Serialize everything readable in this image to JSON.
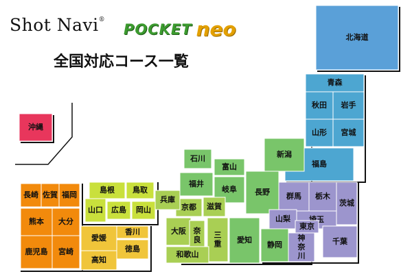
{
  "brand": {
    "name_left": "Shot Navi",
    "registered_mark": "®",
    "pocket": "POCKET",
    "neo": "neo"
  },
  "title": "全国対応コース一覧",
  "colors": {
    "hokkaido": "#5aa0d8",
    "tohoku": "#4da6d1",
    "kanto": "#9c95cd",
    "chubu": "#79c56a",
    "kinki": "#a9cf54",
    "chugoku": "#c9e03c",
    "shikoku": "#f0c53a",
    "kyushu": "#f28a0c",
    "okinawa": "#e8365c"
  },
  "prefectures": {
    "hokkaido": "北海道",
    "aomori": "青森",
    "akita": "秋田",
    "iwate": "岩手",
    "yamagata": "山形",
    "miyagi": "宮城",
    "fukushima": "福島",
    "niigata": "新潟",
    "ishikawa": "石川",
    "toyama": "富山",
    "fukui": "福井",
    "gifu": "岐阜",
    "nagano": "長野",
    "gunma": "群馬",
    "tochigi": "栃木",
    "ibaraki": "茨城",
    "saitama": "埼玉",
    "yamanashi": "山梨",
    "tokyo": "東京",
    "kanagawa": "神奈川",
    "chiba": "千葉",
    "shizuoka": "静岡",
    "aichi": "愛知",
    "mie": "三重",
    "shiga": "滋賀",
    "kyoto": "京都",
    "hyogo": "兵庫",
    "osaka": "大阪",
    "nara": "奈良",
    "wakayama": "和歌山",
    "shimane": "島根",
    "tottori": "鳥取",
    "yamaguchi": "山口",
    "hiroshima": "広島",
    "okayama": "岡山",
    "ehime": "愛媛",
    "kagawa": "香川",
    "kochi": "高知",
    "tokushima": "徳島",
    "nagasaki": "長崎",
    "saga": "佐賀",
    "fukuoka": "福岡",
    "kumamoto": "熊本",
    "oita": "大分",
    "kagoshima": "鹿児島",
    "miyazaki": "宮崎",
    "okinawa": "沖縄"
  }
}
